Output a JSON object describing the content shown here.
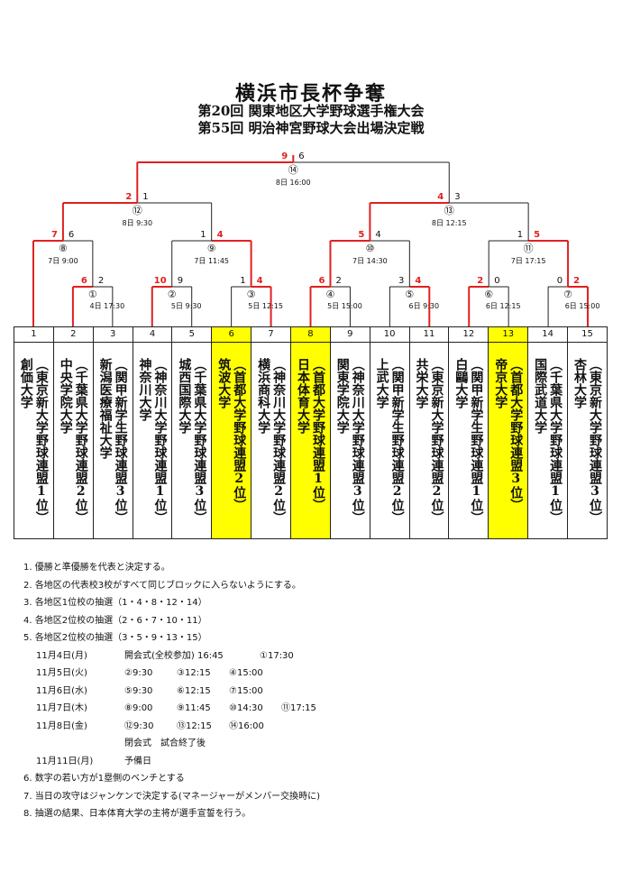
{
  "title": {
    "main": "横浜市長杯争奪",
    "line2": "第20回 関東地区大学野球選手権大会",
    "line3": "第55回 明治神宮野球大会出場決定戦"
  },
  "colors": {
    "winner": "#e02020",
    "line": "#222222",
    "highlight": "#ffff00"
  },
  "teams": [
    {
      "num": "1",
      "cols": [
        "（東京新大学野球連盟1位）",
        "創価大学"
      ],
      "highlight": false
    },
    {
      "num": "2",
      "cols": [
        "（千葉県大学野球連盟2位）",
        "中央学院大学"
      ],
      "highlight": false
    },
    {
      "num": "3",
      "cols": [
        "（関甲新学生野球連盟3位）",
        "新潟医療福祉大学"
      ],
      "highlight": false
    },
    {
      "num": "4",
      "cols": [
        "（神奈川大学野球連盟1位）",
        "神奈川大学"
      ],
      "highlight": false
    },
    {
      "num": "5",
      "cols": [
        "（千葉県大学野球連盟3位）",
        "城西国際大学"
      ],
      "highlight": false
    },
    {
      "num": "6",
      "cols": [
        "（首都大学野球連盟2位）",
        "筑波大学"
      ],
      "highlight": true
    },
    {
      "num": "7",
      "cols": [
        "（神奈川大学野球連盟2位）",
        "横浜商科大学"
      ],
      "highlight": false
    },
    {
      "num": "8",
      "cols": [
        "（首都大学野球連盟1位）",
        "日本体育大学"
      ],
      "highlight": true
    },
    {
      "num": "9",
      "cols": [
        "（神奈川大学野球連盟3位）",
        "関東学院大学"
      ],
      "highlight": false
    },
    {
      "num": "10",
      "cols": [
        "（関甲新学生野球連盟2位）",
        "上武大学"
      ],
      "highlight": false
    },
    {
      "num": "11",
      "cols": [
        "（東京新大学野球連盟2位）",
        "共栄大学"
      ],
      "highlight": false
    },
    {
      "num": "12",
      "cols": [
        "（関甲新学生野球連盟1位）",
        "白鷗大学"
      ],
      "highlight": false
    },
    {
      "num": "13",
      "cols": [
        "（首都大学野球連盟3位）",
        "帝京大学"
      ],
      "highlight": true
    },
    {
      "num": "14",
      "cols": [
        "（千葉県大学野球連盟1位）",
        "国際武道大学"
      ],
      "highlight": false
    },
    {
      "num": "15",
      "cols": [
        "（東京新大学野球連盟3位）",
        "杏林大学"
      ],
      "highlight": false
    }
  ],
  "games": [
    {
      "label": "①",
      "time": "4日 17:30",
      "ls": "6",
      "rs": "2",
      "win": "left"
    },
    {
      "label": "②",
      "time": "5日 9:30",
      "ls": "10",
      "rs": "9",
      "win": "left"
    },
    {
      "label": "③",
      "time": "5日 12:15",
      "ls": "1",
      "rs": "4",
      "win": "right"
    },
    {
      "label": "④",
      "time": "5日 15:00",
      "ls": "6",
      "rs": "2",
      "win": "left"
    },
    {
      "label": "⑤",
      "time": "6日 9:30",
      "ls": "3",
      "rs": "4",
      "win": "right"
    },
    {
      "label": "⑥",
      "time": "6日 12:15",
      "ls": "2",
      "rs": "0",
      "win": "left"
    },
    {
      "label": "⑦",
      "time": "6日 15:00",
      "ls": "0",
      "rs": "2",
      "win": "right"
    },
    {
      "label": "⑧",
      "time": "7日 9:00",
      "ls": "7",
      "rs": "6",
      "win": "left"
    },
    {
      "label": "⑨",
      "time": "7日 11:45",
      "ls": "1",
      "rs": "4",
      "win": "right"
    },
    {
      "label": "⑩",
      "time": "7日 14:30",
      "ls": "5",
      "rs": "4",
      "win": "left"
    },
    {
      "label": "⑪",
      "time": "7日 17:15",
      "ls": "1",
      "rs": "5",
      "win": "right"
    },
    {
      "label": "⑫",
      "time": "8日 9:30",
      "ls": "2",
      "rs": "1",
      "win": "left"
    },
    {
      "label": "⑬",
      "time": "8日 12:15",
      "ls": "4",
      "rs": "3",
      "win": "left"
    },
    {
      "label": "⑭",
      "time": "8日 16:00",
      "ls": "9",
      "rs": "6",
      "win": "left"
    }
  ],
  "notes": [
    "1. 優勝と準優勝を代表と決定する。",
    "2. 各地区の代表校3校がすべて同じブロックに入らないようにする。",
    "3. 各地区1位校の抽選（1・4・8・12・14）",
    "4. 各地区2位校の抽選（2・6・7・10・11）",
    "5. 各地区2位校の抽選（3・5・9・13・15）"
  ],
  "schedule": [
    {
      "date": "11月4日(月)",
      "slots": [
        "開会式(全校参加) 16:45",
        "①17:30"
      ]
    },
    {
      "date": "11月5日(火)",
      "slots": [
        "②9:30",
        "③12:15",
        "④15:00"
      ]
    },
    {
      "date": "11月6日(水)",
      "slots": [
        "⑤9:30",
        "⑥12:15",
        "⑦15:00"
      ]
    },
    {
      "date": "11月7日(木)",
      "slots": [
        "⑧9:00",
        "⑨11:45",
        "⑩14:30",
        "⑪17:15"
      ]
    },
    {
      "date": "11月8日(金)",
      "slots": [
        "⑫9:30",
        "⑬12:15",
        "⑭16:00"
      ]
    },
    {
      "date": "",
      "slots": [
        "閉会式　試合終了後"
      ]
    },
    {
      "date": "11月11日(月)",
      "slots": [
        "予備日"
      ]
    }
  ],
  "notes2": [
    "6. 数字の若い方が1塁側のベンチとする",
    "7. 当日の攻守はジャンケンで決定する(マネージャーがメンバー交換時に)",
    "8. 抽選の結果、日本体育大学の主将が選手宣誓を行う。"
  ]
}
